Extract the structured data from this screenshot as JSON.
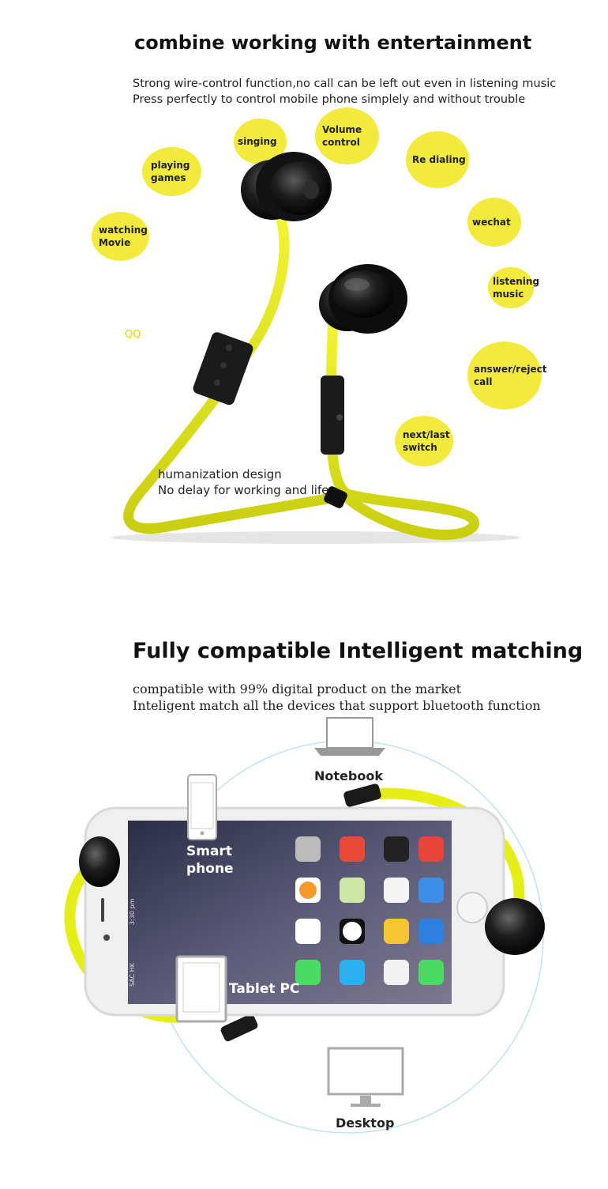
{
  "section1": {
    "title": "combine working with entertainment",
    "subtitle_lines": [
      "Strong wire-control function,no call can be left out even in listening music",
      "Press perfectly to control mobile phone simplely and without trouble"
    ],
    "bubbles": {
      "singing": "singing",
      "volume": "Volume\ncontrol",
      "redial": "Re dialing",
      "games": "playing\ngames",
      "wechat": "wechat",
      "movie": "watching\nMovie",
      "music": "listening\nmusic",
      "qq": "QQ",
      "answer": "answer/reject\ncall",
      "nextlast": "next/last\nswitch"
    },
    "design_lines": [
      "humanization design",
      "No delay for working and life"
    ]
  },
  "section2": {
    "title": "Fully compatible Intelligent matching",
    "subtitle_lines": [
      "compatible with 99% digital product on the market",
      "Inteligent match all the devices that support bluetooth function"
    ],
    "devices": {
      "notebook": "Notebook",
      "smartphone": "Smart\nphone",
      "tablet": "Tablet PC",
      "desktop": "Desktop"
    },
    "phone_status": "3:30 pm",
    "phone_carrier": "SAC HK"
  },
  "colors": {
    "cable": "#e8ec1f",
    "bubble": "#f2ea3c",
    "earbud": "#1a1a1a"
  }
}
